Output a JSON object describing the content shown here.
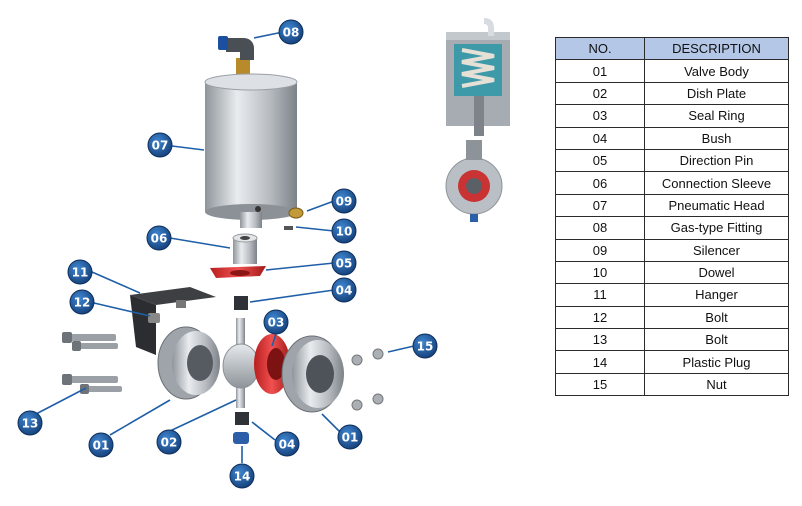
{
  "table": {
    "headers": {
      "no": "NO.",
      "description": "DESCRIPTION"
    },
    "rows": [
      {
        "no": "01",
        "description": "Valve Body"
      },
      {
        "no": "02",
        "description": "Dish Plate"
      },
      {
        "no": "03",
        "description": "Seal Ring"
      },
      {
        "no": "04",
        "description": "Bush"
      },
      {
        "no": "05",
        "description": "Direction Pin"
      },
      {
        "no": "06",
        "description": "Connection Sleeve"
      },
      {
        "no": "07",
        "description": "Pneumatic Head"
      },
      {
        "no": "08",
        "description": "Gas-type Fitting"
      },
      {
        "no": "09",
        "description": "Silencer"
      },
      {
        "no": "10",
        "description": "Dowel"
      },
      {
        "no": "11",
        "description": "Hanger"
      },
      {
        "no": "12",
        "description": "Bolt"
      },
      {
        "no": "13",
        "description": "Bolt"
      },
      {
        "no": "14",
        "description": "Plastic Plug"
      },
      {
        "no": "15",
        "description": "Nut"
      }
    ]
  },
  "callouts": {
    "c08": "08",
    "c07": "07",
    "c09": "09",
    "c10": "10",
    "c06": "06",
    "c05": "05",
    "c11": "11",
    "c04a": "04",
    "c12": "12",
    "c03": "03",
    "c15": "15",
    "c13": "13",
    "c01a": "01",
    "c02": "02",
    "c04b": "04",
    "c01b": "01",
    "c14": "14"
  },
  "colors": {
    "callout_fill": "#1f5fa8",
    "table_header_bg": "#b4c7e7",
    "seal_red": "#e03a3a",
    "steel": "#b8bcc1"
  }
}
